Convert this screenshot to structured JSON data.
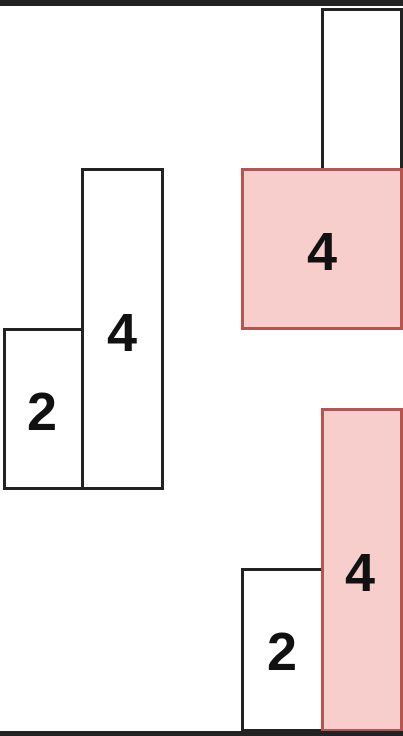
{
  "left_group": {
    "bar_a_label": "2",
    "bar_b_label": "4"
  },
  "top_right_group": {
    "highlighted_label": "4"
  },
  "bottom_right_group": {
    "bar_a_label": "2",
    "bar_b_label": "4"
  },
  "colors": {
    "stroke": "#222222",
    "highlight_fill": "#f8cecc",
    "highlight_stroke": "#b85450"
  }
}
